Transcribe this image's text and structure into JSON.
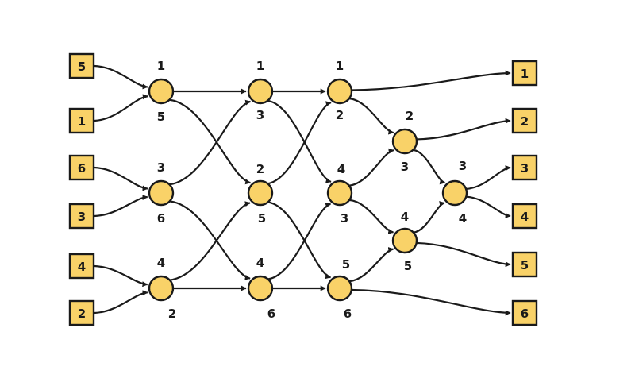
{
  "inputs": [
    "5",
    "1",
    "6",
    "3",
    "4",
    "2"
  ],
  "outputs": [
    "1",
    "2",
    "3",
    "4",
    "5",
    "6"
  ],
  "comparators": [
    {
      "id": "c1",
      "top": "1",
      "bottom": "5"
    },
    {
      "id": "c2",
      "top": "3",
      "bottom": "6"
    },
    {
      "id": "c3",
      "top": "4",
      "bottom": "2"
    },
    {
      "id": "c4",
      "top": "1",
      "bottom": "3"
    },
    {
      "id": "c5",
      "top": "2",
      "bottom": "5"
    },
    {
      "id": "c6",
      "top": "4",
      "bottom": "6"
    },
    {
      "id": "c7",
      "top": "1",
      "bottom": "2"
    },
    {
      "id": "c8",
      "top": "4",
      "bottom": "3"
    },
    {
      "id": "c9",
      "top": "5",
      "bottom": "6"
    },
    {
      "id": "c10",
      "top": "2",
      "bottom": "3"
    },
    {
      "id": "c11",
      "top": "4",
      "bottom": "5"
    },
    {
      "id": "c12",
      "top": "3",
      "bottom": "4"
    }
  ],
  "colors": {
    "node_fill": "#f9d268",
    "stroke": "#1a1a1a",
    "background": "#ffffff"
  }
}
